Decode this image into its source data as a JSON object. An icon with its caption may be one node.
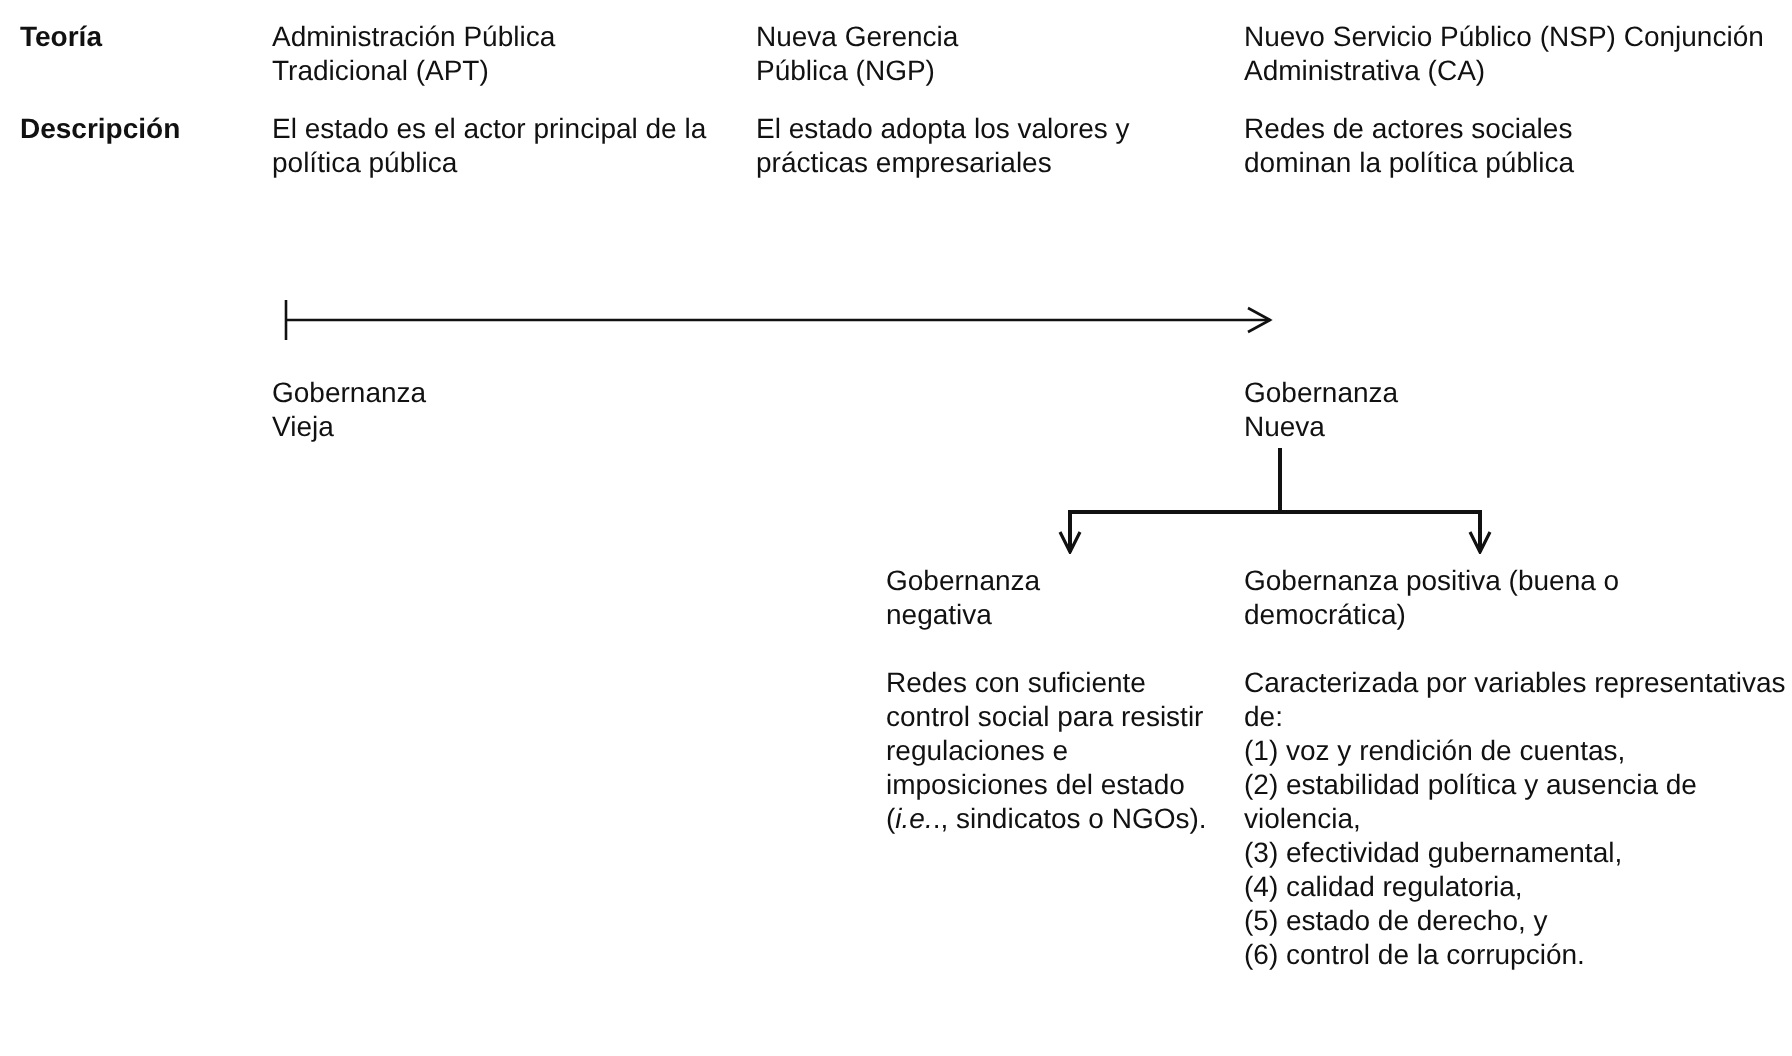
{
  "diagram": {
    "nodes": [
      {
        "text": [
          "Gobernanza Nueva"
        ]
      },
      {
        "text": [
          "Gobernanza negativa",
          "Redes con suficiente control social para resistir regulaciones e imposiciones del estado (*i.e.*., sindicatos o NGOs)."
        ]
      },
      {
        "text": [
          "Gobernanza positiva (buena o democrática)",
          "Caracterizada por variables representativas de:",
          "(1) voz y rendición de cuentas,",
          "(2) estabilidad política y ausencia de violencia,",
          "(3) efectividad gubernamental,",
          "(4) calidad regulatoria,",
          "(5) estado de derecho, y",
          "(6) control de la corrupción."
        ]
      }
    ],
    "edges": [
      {
        "from": 0,
        "to": 1,
        "arrow": "to"
      },
      {
        "from": 0,
        "to": 2,
        "arrow": "to"
      }
    ],
    "labels": [
      "Teoría",
      "Administración Pública Tradicional (APT)",
      "Nueva Gerencia Pública (NGP)",
      "Nuevo Servicio Público (NSP) Conjunción Administrativa (CA)",
      "Descripción",
      "El estado es el actor principal de la política pública",
      "El estado adopta los valores y prácticas empresariales",
      "Redes de actores sociales dominan la política pública",
      "Gobernanza Vieja"
    ]
  }
}
